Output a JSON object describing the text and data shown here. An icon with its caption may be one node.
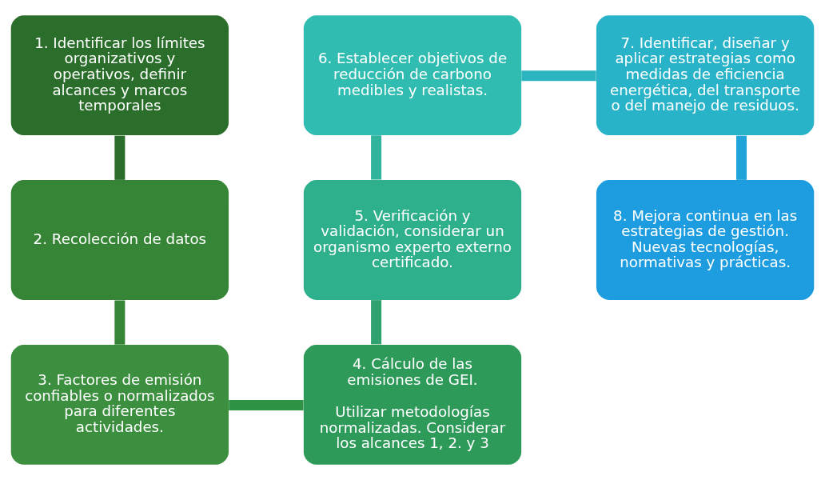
{
  "diagram": {
    "nodes": [
      {
        "text": [
          "1. Identificar los límites organizativos y operativos, definir alcances y marcos temporales"
        ]
      },
      {
        "text": [
          "2. Recolección de datos"
        ]
      },
      {
        "text": [
          "3. Factores de emisión confiables o normalizados para diferentes actividades."
        ]
      },
      {
        "text": [
          "4. Cálculo de las emisiones de GEI.",
          "Utilizar metodologías normalizadas. Considerar los alcances 1, 2. y 3"
        ]
      },
      {
        "text": [
          "5. Verificación y validación, considerar un organismo experto externo certificado."
        ]
      },
      {
        "text": [
          "6. Establecer objetivos de reducción de carbono medibles y realistas."
        ]
      },
      {
        "text": [
          "7. Identificar, diseñar y aplicar estrategias como medidas de eficiencia energética, del transporte o del manejo de residuos."
        ]
      },
      {
        "text": [
          "8. Mejora continua en las estrategias de gestión. Nuevas tecnologías, normativas y prácticas."
        ]
      }
    ],
    "edges": [
      {
        "from": 0,
        "to": 1,
        "arrow": "none"
      },
      {
        "from": 1,
        "to": 2,
        "arrow": "none"
      },
      {
        "from": 2,
        "to": 3,
        "arrow": "none"
      },
      {
        "from": 3,
        "to": 4,
        "arrow": "none"
      },
      {
        "from": 4,
        "to": 5,
        "arrow": "none",
        "color": "#30b49c"
      },
      {
        "from": 5,
        "to": 6,
        "arrow": "none",
        "color": "#2bb5c0"
      },
      {
        "from": 6,
        "to": 7,
        "arrow": "none",
        "color": "#1fa3d8"
      }
    ]
  }
}
